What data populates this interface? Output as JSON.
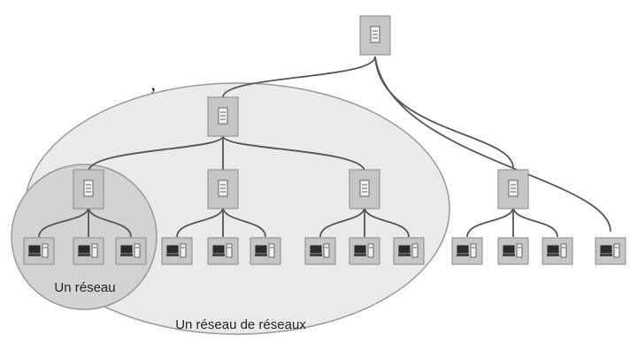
{
  "labels": {
    "inner_network": "Un réseau",
    "outer_network": "Un réseau de réseaux"
  },
  "text_fragments": [
    ",",
    "u",
    "s",
    "r",
    "s",
    "x",
    "n",
    "é"
  ],
  "colors": {
    "outer_ellipse_fill": "#ebebeb",
    "outer_ellipse_stroke": "#999999",
    "inner_circle_fill": "#d3d3d3",
    "inner_circle_stroke": "#999999",
    "node_fill": "#c6c6c6",
    "node_stroke": "#8a8a8a",
    "line": "#555555"
  },
  "icons": {
    "router": "router-icon",
    "computer": "computer-icon"
  }
}
